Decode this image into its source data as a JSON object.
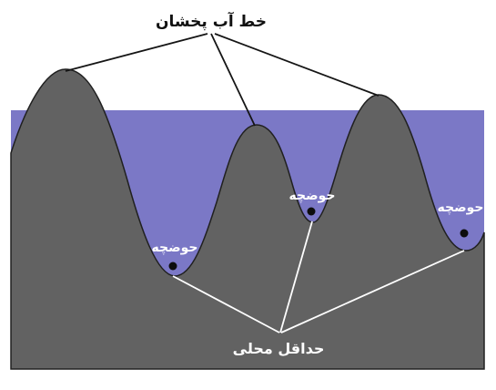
{
  "labels": {
    "watershed_line": "خط آب پخشان",
    "basin": "حوضچه",
    "local_minima": "حداقل محلی"
  },
  "basins": [
    {
      "label": "حوضچه"
    },
    {
      "label": "حوضچه"
    },
    {
      "label": "حوضچه"
    }
  ],
  "colors": {
    "background": "#ffffff",
    "water": "#7b78c6",
    "terrain": "#626262",
    "terrain_outline": "#202020",
    "minimum_dot": "#0d0d0d",
    "watershed_leader": "#151515",
    "minima_leader": "#ffffff",
    "watershed_text": "#111111",
    "minima_text": "#ffffff"
  }
}
